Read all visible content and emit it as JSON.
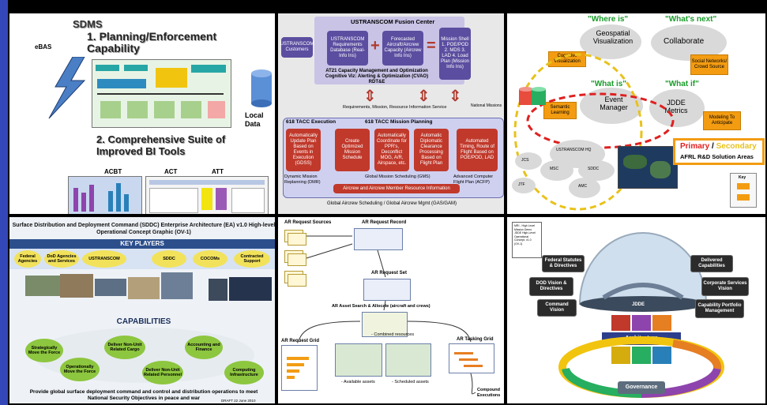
{
  "panel1": {
    "top_label": "SDMS",
    "heading1": "1. Planning/Enforcement Capability",
    "heading2": "2. Comprehensive Suite of Improved BI Tools",
    "side_tag": "eBAS",
    "local_label": "Local Data",
    "tools": [
      "ACBT",
      "ACT",
      "ATT"
    ]
  },
  "panel2": {
    "header": "USTRANSCOM Fusion Center",
    "customers": "USTRANSCOM Customers",
    "box_req": "USTRANSCOM Requirements Database (Real-Info Ins)",
    "box_fore": "Forecasted Aircraft/Aircrew Capacity (Aircrew Info Ins)",
    "box_shell": "Mission Shell 1. POE/POD 2. MDS 3. LAD 4. Load Plan (Mission Info Ins)",
    "banner": "AT21 Capacity Management and Optimization Cognitive Viz: Alerting & Optimization (CVAO) RDT&E",
    "req_flow": "Requirements, Mission, Resource Information Service",
    "national": "National Missions",
    "exec_title": "618 TACC Execution",
    "plan_title": "618 TACC Mission Planning",
    "exec_box": "Automatically Update Plan Based on Events in Execution (GDSS)",
    "plan_boxes": [
      "Create Optimized Mission Schedule",
      "Automatically Coordinate for PPR's, Deconflict MOG, A/R, Airspace, etc.",
      "Automatic Diplomatic Clearance Processing Based on Flight Plan",
      "Automated Timing, Route of Flight Based on POE/POD, LAD"
    ],
    "dmr": "Dynamic Mission Replanning (DMR)",
    "gms": "Global Mission Scheduling (GMS)",
    "acfp": "Advanced Computer Flight Plan (ACFP)",
    "aircrew_bar": "Aircrew and Aircrew Member Resource Information",
    "footer": "Global Aircrew Scheduling / Global Aircrew Mgmt (GAS/GAM)"
  },
  "panel3": {
    "where_is": "\"Where is\"",
    "whats_next": "\"What's next\"",
    "what_is": "\"What is\"",
    "what_if": "\"What if\"",
    "geo": "Geospatial Visualization",
    "collab": "Collaborate",
    "event": "Event Manager",
    "jdde": "JDDE Metrics",
    "cog_viz": "Cognitive Visualization",
    "social": "Social Networks/ Crowd Source",
    "semantic": "Semantic Learning",
    "modeling": "Modeling To Anticipate",
    "legend_primary": "Primary",
    "legend_slash": " / ",
    "legend_secondary": "Secondary",
    "legend_sub": "AFRL R&D Solution Areas",
    "key": "Key",
    "clouds": [
      "USTRANSCOM HQ",
      "SDDC",
      "MSC",
      "AMC",
      "JCS",
      "JTF"
    ],
    "colors": {
      "green": "#1a9b2b",
      "orange": "#f39c12",
      "red": "#e02020",
      "yellow": "#e8c21b"
    }
  },
  "panel4": {
    "title": "Surface Distribution and Deployment Command (SDDC) Enterprise Architecture (EA) v1.0 High-level Operational Concept Graphic (OV-1)",
    "key_players": "KEY PLAYERS",
    "players": [
      "Federal Agencies",
      "DoD Agencies and Services",
      "USTRANSCOM",
      "SDDC",
      "COCOMs",
      "Contracted Support"
    ],
    "capabilities": "CAPABILITIES",
    "caps": [
      "Strategically Move the Force",
      "Deliver Non-Unit Related Cargo",
      "Accounting and Finance",
      "Operationally Move the Force",
      "Deliver Non-Unit Related Personnel",
      "Computing Infrastructure"
    ],
    "footer": "Provide global surface deployment command and control and distribution operations to meet National Security Objectives in peace and war",
    "draft": "DRAFT 22 June 2010"
  },
  "panel5": {
    "request_sources": "AR Request Sources",
    "request_record": "AR Request Record",
    "request_set": "AR Request Set",
    "search": "AR Asset Search & Allocate (aircraft and crews)",
    "combined": "- Combined resources",
    "request_grid": "AR Request Grid",
    "tasking_grid": "AR Tasking Grid",
    "available": "- Available assets",
    "scheduled": "- Scheduled assets",
    "compound": "Compound Executions"
  },
  "panel6": {
    "note": "MRI - High Level Mission Demo\nJDDE High-Level\nOperational\nConcept, v1.0\n(OV-1)",
    "left_items": [
      "DOD Vision & Directives",
      "Command Vision"
    ],
    "left_top": "Federal Statutes & Directives",
    "right_top": "Delivered Capabilities",
    "right_items": [
      "Corporate Services Vision",
      "Capability Portfolio Management"
    ],
    "center": "JDDE",
    "architecture": "Architecture",
    "governance": "Governance"
  }
}
